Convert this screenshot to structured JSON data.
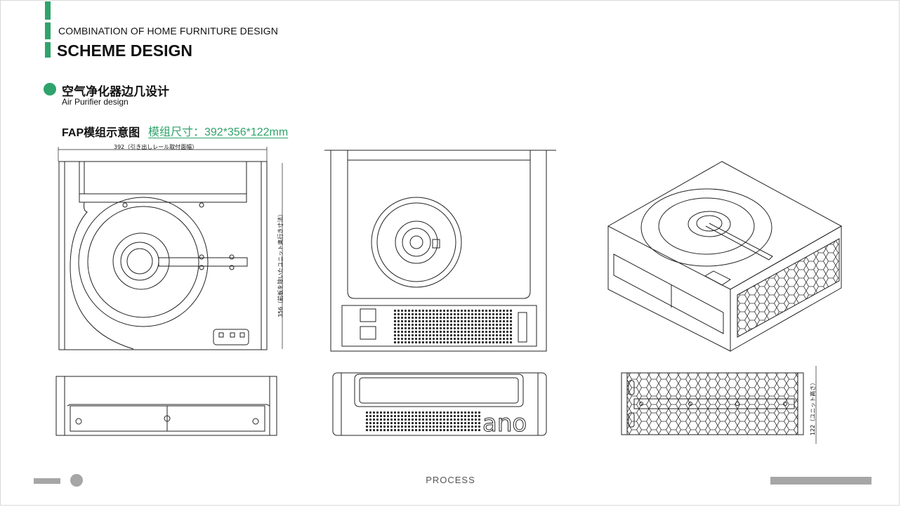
{
  "header": {
    "subtitle": "COMBINATION OF HOME FURNITURE DESIGN",
    "title": "SCHEME DESIGN"
  },
  "section": {
    "title_cn": "空气净化器边几设计",
    "title_en": "Air Purifier design"
  },
  "module": {
    "label": "FAP模组示意图",
    "size_text": "模组尺寸：392*356*122mm"
  },
  "drawing_labels": {
    "width_dim": "392（引き出しレール取付面幅）",
    "depth_dim": "356（前板を除いたユニット奥行き寸法）",
    "height_dim": "122（ユニット高さ）",
    "brand": "ano"
  },
  "colors": {
    "accent": "#2fa36b",
    "footer_grey": "#a6a6a6"
  },
  "footer": {
    "center_label": "PROCESS"
  }
}
